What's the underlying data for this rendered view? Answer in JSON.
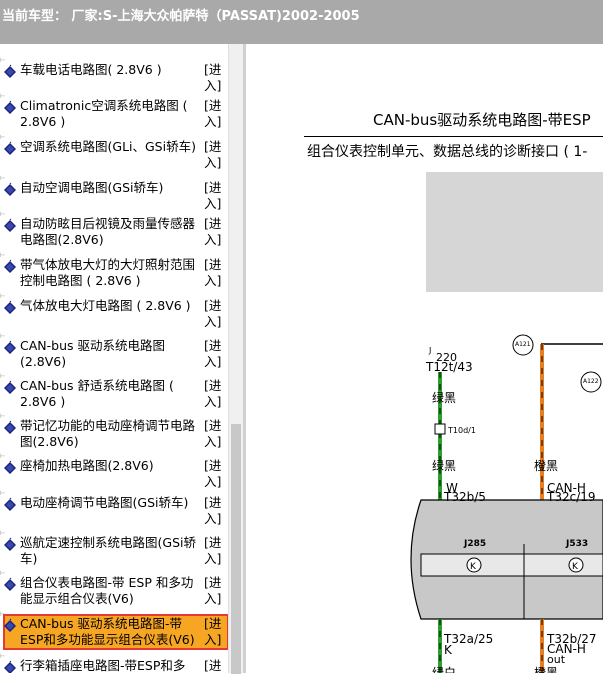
{
  "header": {
    "title": "当前车型： 厂家:S-上海大众帕萨特（PASSAT)2002-2005"
  },
  "list": {
    "items": [
      {
        "label": "车载电话电路图( 2.8V6 )",
        "enter": "[进入]"
      },
      {
        "label": "Climatronic空调系统电路图 ( 2.8V6 )",
        "enter": "[进入]"
      },
      {
        "label": "空调系统电路图(GLi、GSi轿车)",
        "enter": "[进入]"
      },
      {
        "label": "自动空调电路图(GSi轿车)",
        "enter": "[进入]"
      },
      {
        "label": "自动防眩目后视镜及雨量传感器电路图(2.8V6)",
        "enter": "[进入]"
      },
      {
        "label": "带气体放电大灯的大灯照射范围控制电路图 ( 2.8V6 )",
        "enter": "[进入]"
      },
      {
        "label": "气体放电大灯电路图 ( 2.8V6 )",
        "enter": "[进入]"
      },
      {
        "label": "CAN-bus 驱动系统电路图 (2.8V6)",
        "enter": "[进入]"
      },
      {
        "label": "CAN-bus 舒适系统电路图 ( 2.8V6 )",
        "enter": "[进入]"
      },
      {
        "label": "带记忆功能的电动座椅调节电路图(2.8V6)",
        "enter": "[进入]"
      },
      {
        "label": "座椅加热电路图(2.8V6)",
        "enter": "[进入]"
      },
      {
        "label": "电动座椅调节电路图(GSi轿车)",
        "enter": "[进入]"
      },
      {
        "label": "巡航定速控制系统电路图(GSi轿车)",
        "enter": "[进入]"
      },
      {
        "label": "组合仪表电路图-带 ESP 和多功能显示组合仪表(V6)",
        "enter": "[进入]"
      },
      {
        "label": "CAN-bus 驱动系统电路图-带ESP和多功能显示组合仪表(V6)",
        "enter": "[进入]"
      },
      {
        "label": "行李箱插座电路图-带ESP和多",
        "enter": "[进"
      }
    ]
  },
  "diagram": {
    "title": "CAN-bus驱动系统电路图-带ESP",
    "subtitle": "组合仪表控制单元、数据总线的诊断接口 ( 1-",
    "labels": {
      "j": "J",
      "n220": "220",
      "t12t": "T12t/43",
      "wire1a": "绿黑",
      "t10d": "T10d/1",
      "wire1b": "绿黑",
      "w": "W",
      "t32b5": "T32b/5",
      "wire2a": "橙黑",
      "canh": "CAN-H",
      "t32c19": "T32c/19",
      "j285": "J285",
      "j533": "J533",
      "t32a25": "T32a/25",
      "k": "K",
      "t32b27": "T32b/27",
      "canh2": "CAN-H",
      "out": "out",
      "wire1c": "绿白",
      "wire2c": "橙黑",
      "a121": "A121",
      "a122": "A122"
    }
  },
  "colors": {
    "header_bg": "#a9a9a9",
    "selected_bg": "#f6a623",
    "selected_border": "#e53935",
    "icon_blue": "#1a237e",
    "wire_green": "#2e9e2e",
    "wire_orange": "#e67e22"
  }
}
